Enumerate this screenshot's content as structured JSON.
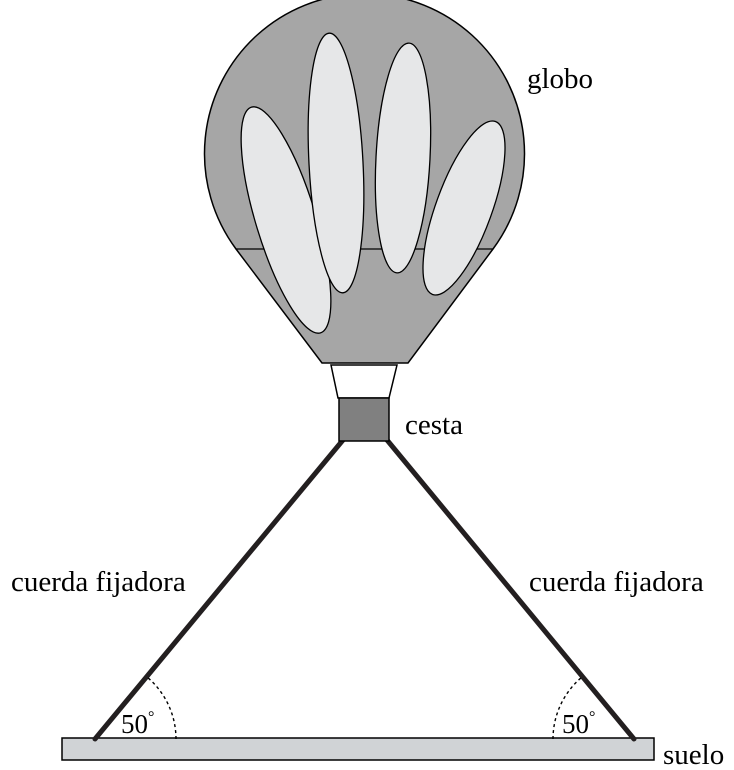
{
  "labels": {
    "balloon": "globo",
    "basket": "cesta",
    "rope_left": "cuerda fijadora",
    "rope_right": "cuerda fijadora",
    "ground": "suelo"
  },
  "angles": {
    "left": "50",
    "right": "50",
    "degree_symbol": "°"
  },
  "colors": {
    "balloon_fill": "#a6a6a6",
    "panel_fill": "#e6e7e8",
    "basket_fill": "#808080",
    "ground_fill": "#d0d3d6"
  }
}
